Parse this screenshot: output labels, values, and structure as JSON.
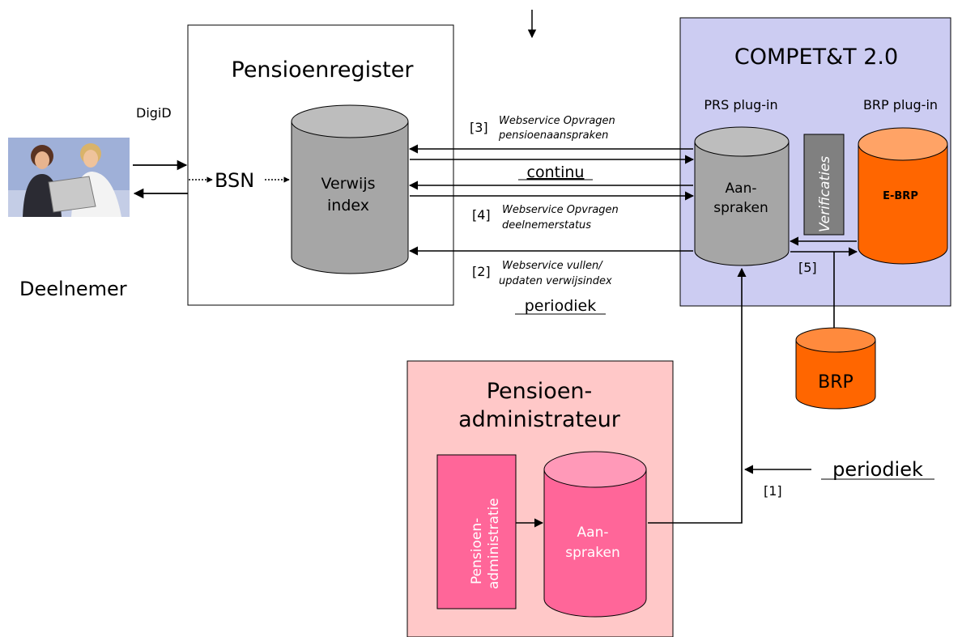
{
  "actor": {
    "label": "Deelnemer",
    "auth": "DigiD",
    "photo_icon": "users-at-laptop-photo"
  },
  "bsn": "BSN",
  "pensioenregister": {
    "title": "Pensioenregister",
    "db_line1": "Verwijs",
    "db_line2": "index"
  },
  "compett": {
    "title": "COMPET&T 2.0",
    "prs_label": "PRS plug-in",
    "brp_label": "BRP plug-in",
    "aanspraken_line1": "Aan-",
    "aanspraken_line2": "spraken",
    "verificaties": "Verificaties",
    "ebrp": "E-BRP"
  },
  "brp_db": "BRP",
  "pensioenadmin": {
    "title_line1": "Pensioen-",
    "title_line2": "administrateur",
    "admin_line1": "Pensioen-",
    "admin_line2": "administratie",
    "db_line1": "Aan-",
    "db_line2": "spraken"
  },
  "flows": {
    "f3_num": "[3]",
    "f3_line1": "Webservice Opvragen",
    "f3_line2": "pensioenaanspraken",
    "continu": "continu",
    "f4_num": "[4]",
    "f4_line1": "Webservice Opvragen",
    "f4_line2": "deelnemerstatus",
    "f2_num": "[2]",
    "f2_line1": "Webservice vullen/",
    "f2_line2": "updaten verwijsindex",
    "periodiek_mid": "periodiek",
    "f5_num": "[5]",
    "f1_num": "[1]",
    "periodiek_right": "periodiek"
  },
  "colors": {
    "compett_bg": "#ccccf2",
    "admin_bg": "#ffc8c8",
    "cylinder_gray": "#a6a6a6",
    "cylinder_orange": "#ff6600",
    "cylinder_pink": "#ff6699",
    "verif_gray": "#808080"
  }
}
